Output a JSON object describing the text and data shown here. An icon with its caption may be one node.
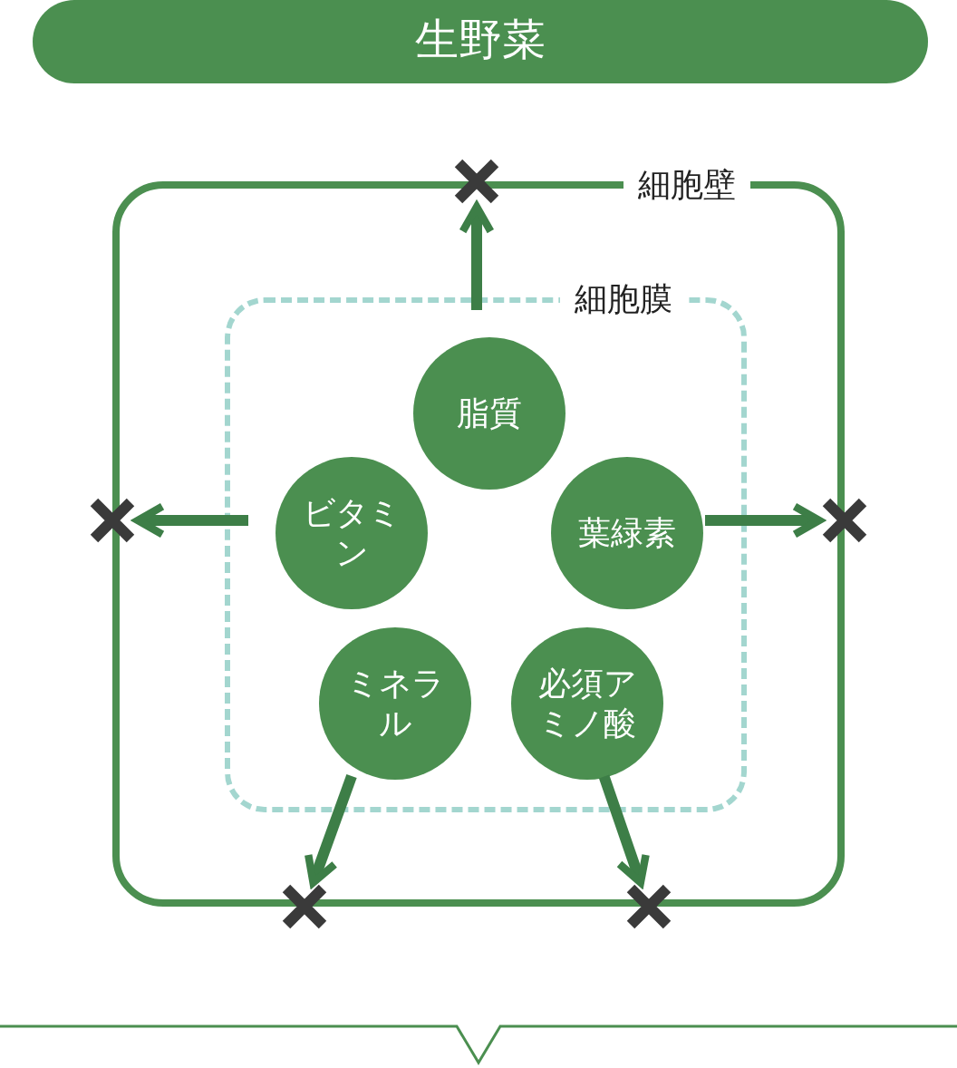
{
  "diagram": {
    "nodes": [
      {
        "text": [
          "生野菜"
        ]
      },
      {
        "text": [
          "細胞壁"
        ]
      },
      {
        "text": [
          "細胞膜"
        ],
        "in": 1
      },
      {
        "text": [
          "脂質"
        ],
        "in": 2
      },
      {
        "text": [
          "ビタミン"
        ],
        "in": 2
      },
      {
        "text": [
          "葉緑素"
        ],
        "in": 2
      },
      {
        "text": [
          "ミネラル"
        ],
        "in": 2
      },
      {
        "text": [
          "必須アミノ酸"
        ],
        "in": 2
      },
      {
        "text": [],
        "shape": "cross"
      },
      {
        "text": [],
        "shape": "cross"
      },
      {
        "text": [],
        "shape": "cross"
      },
      {
        "text": [],
        "shape": "cross"
      },
      {
        "text": [],
        "shape": "cross"
      }
    ],
    "edges": [
      {
        "from": 3,
        "to": 8,
        "arrow": "to"
      },
      {
        "from": 4,
        "to": 9,
        "arrow": "to"
      },
      {
        "from": 5,
        "to": 10,
        "arrow": "to"
      },
      {
        "from": 6,
        "to": 11,
        "arrow": "to"
      },
      {
        "from": 7,
        "to": 12,
        "arrow": "to"
      }
    ]
  }
}
